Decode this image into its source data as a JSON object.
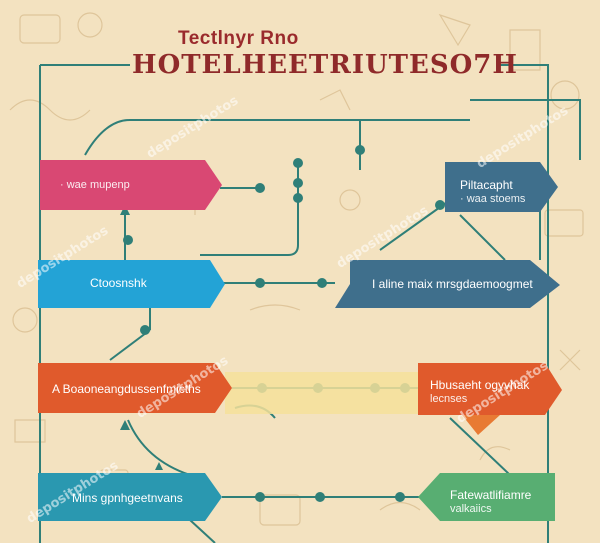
{
  "title": {
    "line1": "Tectlnyr Rno",
    "line2": "HOTELHEETRIUTESO7H"
  },
  "nodes": [
    {
      "id": "pink-left",
      "line1": "",
      "line2": "· wae mupenp"
    },
    {
      "id": "blue-left",
      "line1": "Ctoosnshk",
      "line2": ""
    },
    {
      "id": "orange-left",
      "line1": "A Boaoneangdussenfmicths",
      "line2": ""
    },
    {
      "id": "teal-left",
      "line1": "Mins gpnhgeetnvans",
      "line2": ""
    },
    {
      "id": "slate-right-top",
      "line1": "Piltacapht",
      "line2": "· waa stoems"
    },
    {
      "id": "slate-right-mid",
      "line1": "I aline maix mrsgdaemoogmet",
      "line2": ""
    },
    {
      "id": "orange-right",
      "line1": "Hbusaeht ogyvhak",
      "line2": "lecnses"
    },
    {
      "id": "green-right",
      "line1": "Fatewatlifiamre",
      "line2": "valkaiics"
    }
  ],
  "watermark": "depositphotos",
  "colors": {
    "background": "#f3e2c0",
    "line": "#2f7f78",
    "pink": "#d94873",
    "blue": "#23a3d6",
    "orange": "#e05a2c",
    "teal": "#2a98b0",
    "slate": "#3f6f8c",
    "green": "#58ae72",
    "highlight": "#f5e19a",
    "title": "#8f2a2a"
  }
}
